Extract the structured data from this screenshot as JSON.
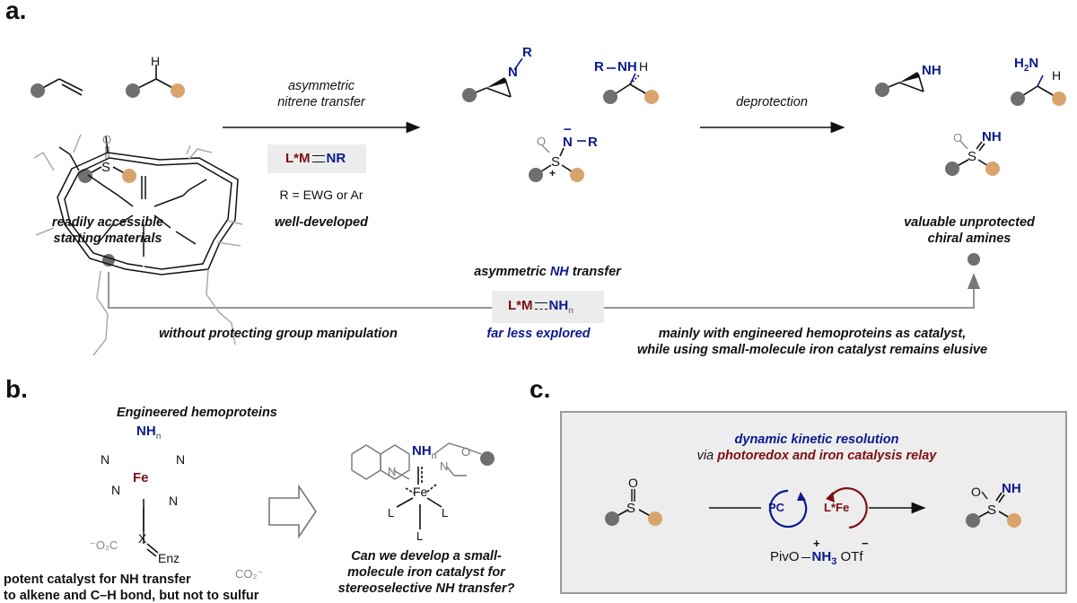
{
  "colors": {
    "gray_ball": "#6f6f6f",
    "tan_ball": "#d9a46c",
    "blue": "#0a1a8c",
    "dark_red": "#7b1012",
    "light_gray": "#aaaaaa"
  },
  "panel_a": {
    "label": "a.",
    "arrow1_line1": "asymmetric",
    "arrow1_line2": "nitrene transfer",
    "reagent1_left": "L*M",
    "reagent1_right": "NR",
    "r_def": "R = EWG or Ar",
    "well_developed": "well-developed",
    "arrow2_label": "deprotection",
    "start_line1": "readily accessible",
    "start_line2": "starting materials",
    "end_line1": "valuable unprotected",
    "end_line2": "chiral amines",
    "nh_transfer_prefix": "asymmetric ",
    "nh_transfer_nh": "NH",
    "nh_transfer_suffix": " transfer",
    "reagent2_left": "L*M",
    "reagent2_right": "NH",
    "reagent2_sub": "n",
    "left_caption": "without protecting group manipulation",
    "far_less": "far less explored",
    "right_caption_line1": "mainly with engineered hemoproteins as catalyst,",
    "right_caption_line2": "while using small-molecule iron catalyst remains elusive",
    "atoms": {
      "H": "H",
      "S": "S",
      "O": "O",
      "N": "N",
      "R": "R",
      "NH": "NH",
      "H2N_H": "H",
      "H2N_2": "2",
      "H2N_N": "N",
      "plus": "+",
      "minus": "−",
      "dash": "−"
    }
  },
  "panel_b": {
    "label": "b.",
    "title": "Engineered hemoproteins",
    "nh": "NH",
    "nh_sub": "n",
    "fe": "Fe",
    "n_atom": "N",
    "x": "X",
    "enz": "Enz",
    "co2_left": "⁻O₂C",
    "co2_right": "CO₂⁻",
    "caption_line1": "potent catalyst for NH transfer",
    "caption_line2": "to alkene and C–H bond, but not to sulfur",
    "question_line1": "Can we develop a small-",
    "question_line2": "molecule iron catalyst for",
    "question_line3": "stereoselective NH transfer?",
    "ligand_L": "L",
    "o_atom": "O"
  },
  "panel_c": {
    "label": "c.",
    "title_line1": "dynamic kinetic resolution",
    "title_via": "via ",
    "title_rest": "photoredox and iron catalysis relay",
    "pc": "PC",
    "lfe": "L*Fe",
    "reagent_left": "PivO",
    "reagent_nh": "NH",
    "reagent_sub": "3",
    "reagent_otf": "OTf",
    "plus": "+",
    "minus": "−",
    "s": "S",
    "o": "O",
    "nh_product": "NH"
  }
}
